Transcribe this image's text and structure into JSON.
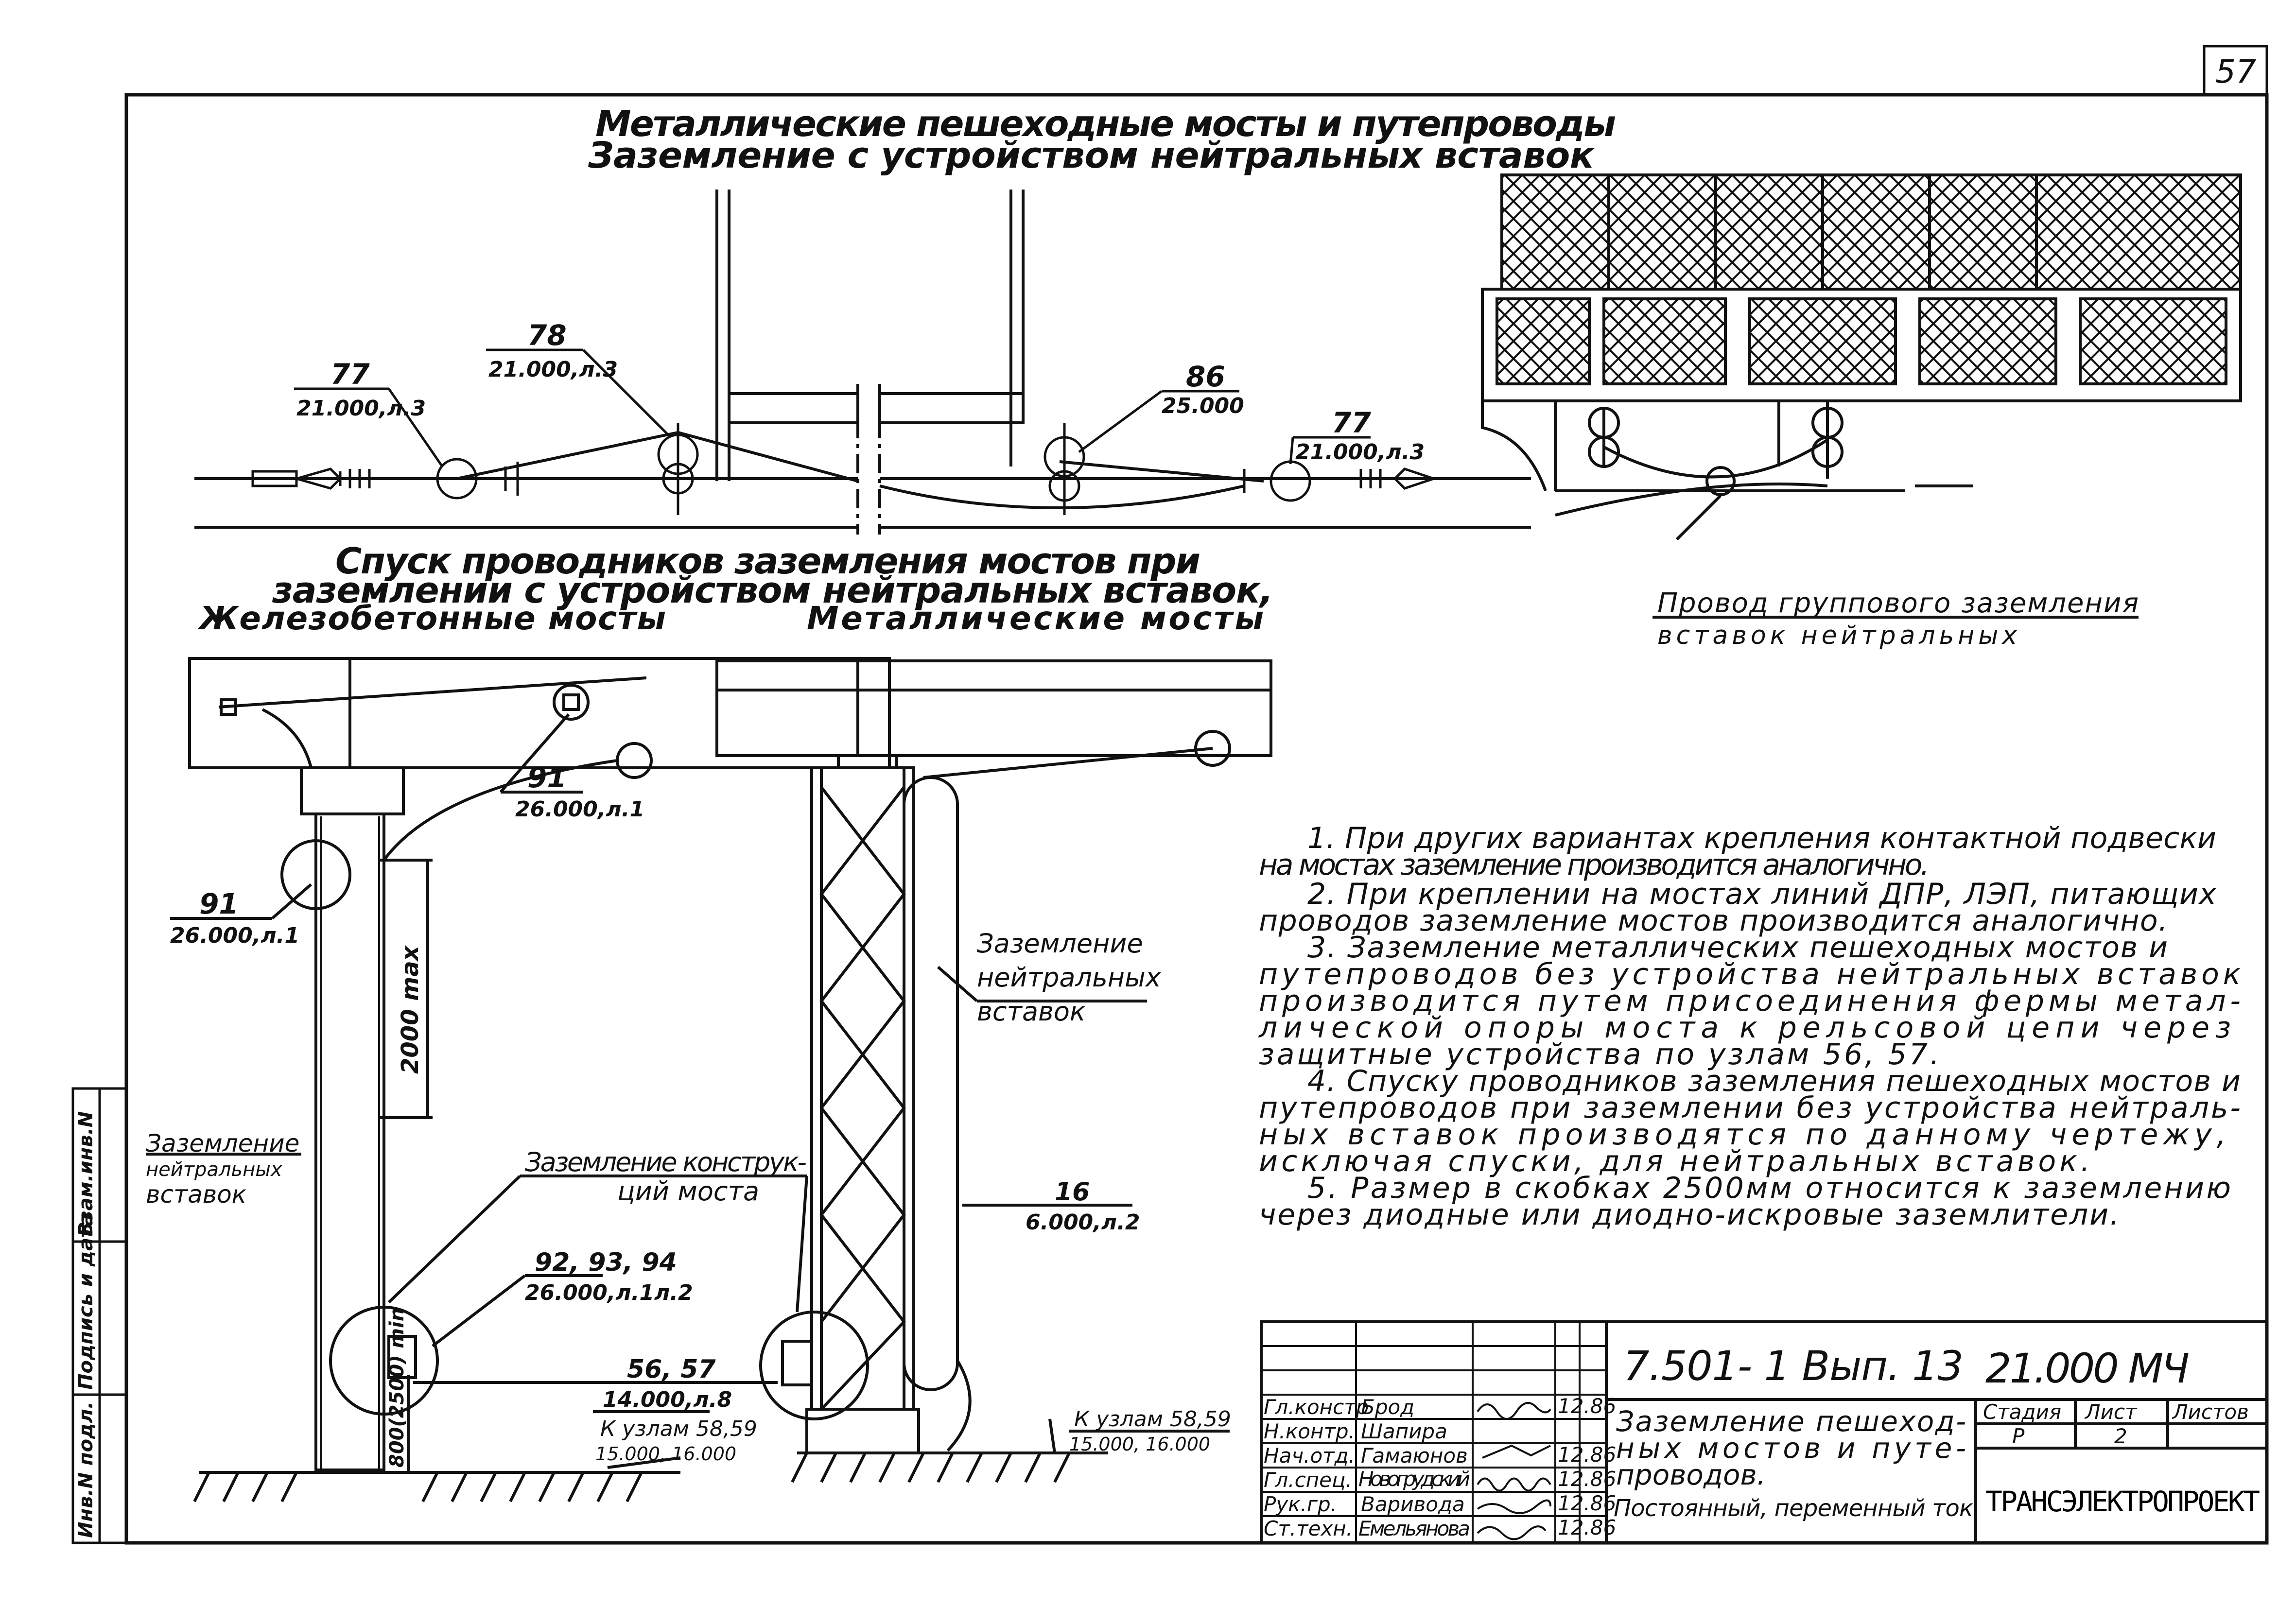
{
  "sheet_number": "57",
  "title": {
    "line1": "Металлические пешеходные мосты и путепроводы",
    "line2": "Заземление с устройством нейтральных вставок"
  },
  "subtitle": {
    "line1": "Спуск проводников заземления мостов при",
    "line2": "заземлении с устройством нейтральных вставок,",
    "left": "Железобетонные мосты",
    "right": "Металлические мосты"
  },
  "callouts": {
    "c77_left_num": "77",
    "c77_left_ref": "21.000,л.3",
    "c78_num": "78",
    "c78_ref": "21.000,л.3",
    "c86_num": "86",
    "c86_ref": "25.000",
    "c77_right_num": "77",
    "c77_right_ref": "21.000,л.3",
    "group_wire_1": "Провод группового заземления",
    "group_wire_2": "вставок нейтральных",
    "c91_top_num": "91",
    "c91_top_ref": "26.000,л.1",
    "c91_left_num": "91",
    "c91_left_ref": "26.000,л.1",
    "dim_2000": "2000 max",
    "ground_neutral_left_1": "Заземление",
    "ground_neutral_left_2": "нейтральных",
    "ground_neutral_left_3": "вставок",
    "ground_structure_1": "Заземление конструк-",
    "ground_structure_2": "ций моста",
    "c92_num": "92, 93, 94",
    "c92_ref": "26.000,л.1л.2",
    "dim_800": "800(2500) min",
    "c56_num": "56, 57",
    "c56_ref": "14.000,л.8",
    "to_node_left_1": "К узлам 58,59",
    "to_node_left_2": "15.000, 16.000",
    "ground_neutral_mid_1": "Заземление",
    "ground_neutral_mid_2": "нейтральных",
    "ground_neutral_mid_3": "вставок",
    "c16_num": "16",
    "c16_ref": "6.000,л.2",
    "to_node_right_1": "К узлам 58,59",
    "to_node_right_2": "15.000, 16.000"
  },
  "notes": [
    "1. При других вариантах крепления  контактной подвески",
    "на мостах  заземление производится аналогично.",
    "2. При креплении на мостах линий ДПР, ЛЭП, питающих",
    "проводов заземление  мостов производится аналогично.",
    "3. Заземление металлических пешеходных мостов и",
    "путепроводов  без  устройства  нейтральных  вставок",
    "производится  путем присоединения  фермы  метал-",
    "лической  опоры моста  к  рельсовой  цепи  через",
    "защитные  устройства по узлам 56, 57.",
    "4. Спуску проводников заземления пешеходных мостов и",
    "путепроводов  при заземлении без устройства нейтраль-",
    "ных  вставок  производятся по  данному чертежу,",
    "исключая  спуски, для  нейтральных вставок.",
    "5. Размер  в скобках 2500мм  относится к заземлению",
    "через диодные или диодно-искровые заземлители."
  ],
  "side_strip": {
    "col1": "Инв.N подл.",
    "col2": "Подпись и дата",
    "col3": "Взам.инв.N"
  },
  "title_block": {
    "code": "7.501- 1 Вып. 13",
    "doc": "21.000 МЧ",
    "name_1": "Заземление пешеход-",
    "name_2": "ных  мостов и путе-",
    "name_3": "проводов.",
    "name_4": "Постоянный, переменный ток",
    "stage_label": "Стадия",
    "sheet_label": "Лист",
    "sheets_label": "Листов",
    "stage_value": "Р",
    "sheet_value": "2",
    "organization": "ТРАНСЭЛЕКТРОПРОЕКТ",
    "signatures": [
      {
        "role": "Гл.констр",
        "name": "Брод",
        "date": "12.86"
      },
      {
        "role": "Н.контр.",
        "name": "Шапира",
        "date": ""
      },
      {
        "role": "Нач.отд.",
        "name": "Гамаюнов",
        "date": "12.86"
      },
      {
        "role": "Гл.спец.",
        "name": "Новогрудский",
        "date": "12.86"
      },
      {
        "role": "Рук.гр.",
        "name": "Варивода",
        "date": "12.86"
      },
      {
        "role": "Ст.техн.",
        "name": "Емельянова",
        "date": "12.86"
      }
    ]
  }
}
